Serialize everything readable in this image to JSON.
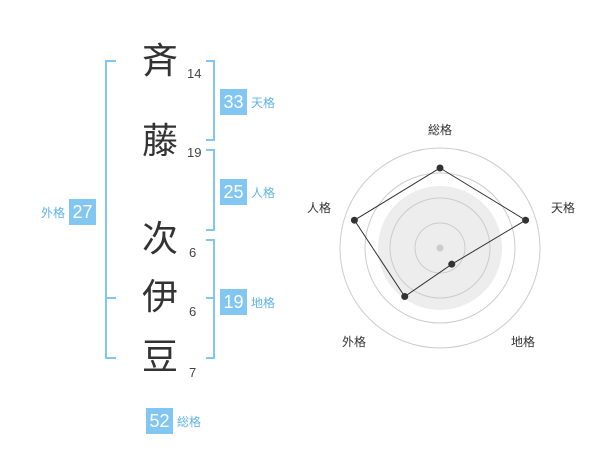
{
  "name": {
    "chars": [
      {
        "char": "斉",
        "strokes": "14"
      },
      {
        "char": "藤",
        "strokes": "19"
      },
      {
        "char": "次",
        "strokes": "6"
      },
      {
        "char": "伊",
        "strokes": "6"
      },
      {
        "char": "豆",
        "strokes": "7"
      }
    ]
  },
  "fortunes": {
    "tenkaku": {
      "value": "33",
      "label": "天格"
    },
    "jinkaku": {
      "value": "25",
      "label": "人格"
    },
    "chikaku": {
      "value": "19",
      "label": "地格"
    },
    "gaikaku": {
      "value": "27",
      "label": "外格"
    },
    "soukaku": {
      "value": "52",
      "label": "総格"
    }
  },
  "radar": {
    "axes": [
      "総格",
      "天格",
      "地格",
      "外格",
      "人格"
    ],
    "levels": 4,
    "values": [
      0.8,
      0.9,
      0.2,
      0.6,
      0.9
    ],
    "line_color": "#333333",
    "fill_color": "#ededed",
    "grid_color": "#cccccc"
  },
  "colors": {
    "accent": "#82c7f2",
    "accent_text": "#5fb3e8",
    "bracket": "#82c7f2"
  }
}
